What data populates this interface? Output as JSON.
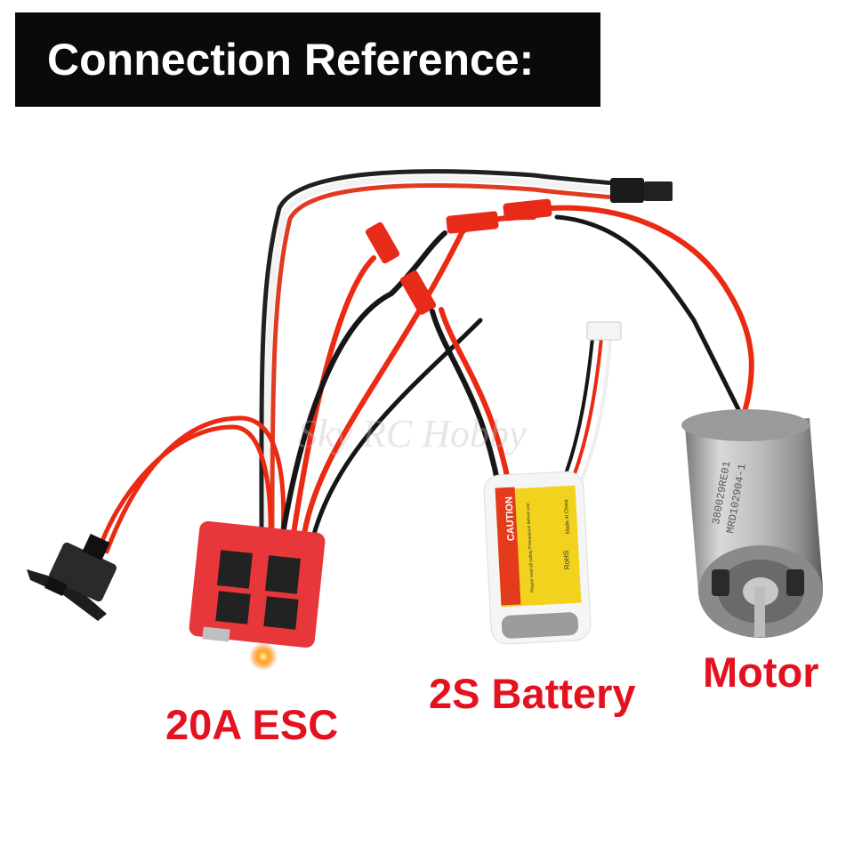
{
  "banner": {
    "title": "Connection Reference:"
  },
  "labels": {
    "esc": "20A ESC",
    "battery": "2S Battery",
    "motor": "Motor"
  },
  "watermark": "Sky RC Hobby",
  "battery_sticker": {
    "caution": "CAUTION",
    "rohs": "RoHS",
    "made_in": "Made in China",
    "read_before_use": "Please read all safety Precautions before use"
  },
  "motor_markings": {
    "line1": "380029RE01",
    "line2": "MRD102904-1"
  },
  "colors": {
    "label_red": "#e4121f",
    "banner_bg": "#0a0a0a",
    "banner_text": "#ffffff",
    "wire_red": "#ea2a12",
    "wire_black": "#161616",
    "pcb_red": "#e8373a",
    "battery_yellow": "#f2d21c",
    "watermark": "#b8b8b8"
  },
  "icons": [
    "power-switch-icon",
    "led-icon",
    "servo-plug-icon",
    "jst-connector-icon"
  ]
}
